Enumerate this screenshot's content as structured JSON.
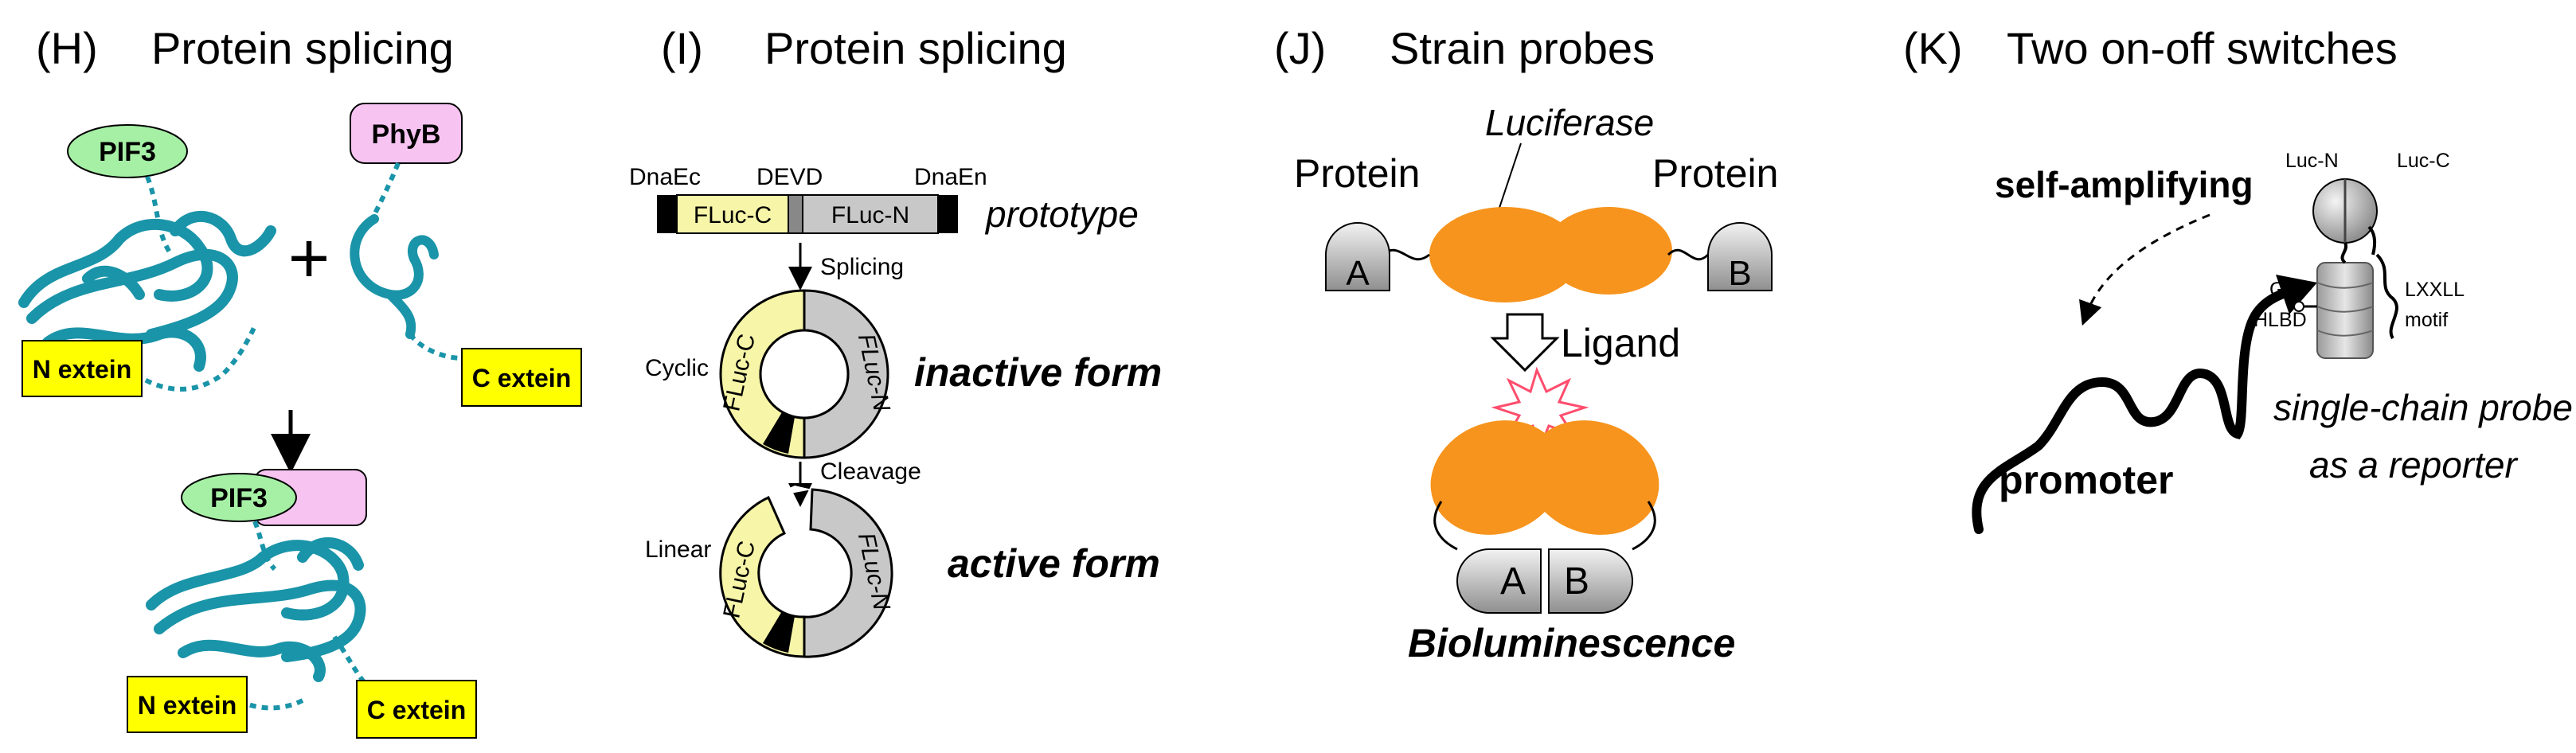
{
  "panels": {
    "h": {
      "label": "(H)",
      "title": "Protein splicing",
      "pif3_top": "PIF3",
      "phyb": "PhyB",
      "plus": "+",
      "n_extein_top": "N extein",
      "c_extein_top": "C extein",
      "pif3_bottom": "PIF3",
      "n_extein_bottom": "N extein",
      "c_extein_bottom": "C extein"
    },
    "i": {
      "label": "(I)",
      "title": "Protein splicing",
      "dnaec": "DnaEc",
      "devd": "DEVD",
      "dnaen": "DnaEn",
      "fluc_c": "FLuc-C",
      "fluc_n": "FLuc-N",
      "prototype": "prototype",
      "splicing": "Splicing",
      "cyclic": "Cyclic",
      "ring1_fluc_c": "FLuc-C",
      "ring1_fluc_n": "FLuc-N",
      "inactive": "inactive form",
      "cleavage": "Cleavage",
      "linear": "Linear",
      "ring2_fluc_c": "FLuc-C",
      "ring2_fluc_n": "FLuc-N",
      "active": "active form"
    },
    "j": {
      "label": "(J)",
      "title": "Strain probes",
      "luciferase": "Luciferase",
      "protein_left": "Protein",
      "protein_right": "Protein",
      "a_top": "A",
      "b_top": "B",
      "ligand": "Ligand",
      "a_bottom": "A",
      "b_bottom": "B",
      "bioluminescence": "Bioluminescence"
    },
    "k": {
      "label": "(K)",
      "title": "Two on-off switches",
      "self_amplifying": "self-amplifying",
      "luc_n": "Luc-N",
      "luc_c": "Luc-C",
      "gr": "GR",
      "hlbd": "HLBD",
      "lxxll": "LXXLL",
      "motif": "motif",
      "promoter": "promoter",
      "probe_line1": "single-chain probe",
      "probe_line2": "as a reporter"
    }
  },
  "colors": {
    "protein_teal": "#1a94a8",
    "extein_yellow": "#ffff00",
    "pif3_green": "#a6f0a6",
    "phyb_pink": "#f7c4f2",
    "fluc_c_yellow": "#f7f5a8",
    "fluc_n_gray": "#c8c8c8",
    "luciferase_orange": "#f7941d",
    "spark_red": "#ff4d6d"
  }
}
